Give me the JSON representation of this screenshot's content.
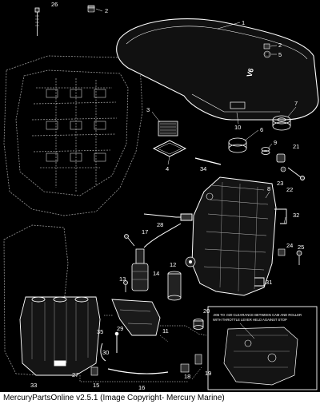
{
  "footer": {
    "text": "MercuryPartsOnline v2.5.1 (Image Copyright- Mercury Marine)"
  },
  "cover": {
    "badge": "V6"
  },
  "note": {
    "line1": ".005 TO .020 CLEARANCE BETWEEN CAM AND ROLLER",
    "line2": "WITH THROTTLE LEVER HELD AGAINST STOP"
  },
  "callouts": [
    {
      "id": "c1",
      "label": "1"
    },
    {
      "id": "c2a",
      "label": "2"
    },
    {
      "id": "c2b",
      "label": "2"
    },
    {
      "id": "c3",
      "label": "3"
    },
    {
      "id": "c4",
      "label": "4"
    },
    {
      "id": "c5",
      "label": "5"
    },
    {
      "id": "c6",
      "label": "6"
    },
    {
      "id": "c7",
      "label": "7"
    },
    {
      "id": "c8",
      "label": "8"
    },
    {
      "id": "c9",
      "label": "9"
    },
    {
      "id": "c10",
      "label": "10"
    },
    {
      "id": "c11",
      "label": "11"
    },
    {
      "id": "c12",
      "label": "12"
    },
    {
      "id": "c13",
      "label": "13"
    },
    {
      "id": "c14",
      "label": "14"
    },
    {
      "id": "c15",
      "label": "15"
    },
    {
      "id": "c16",
      "label": "16"
    },
    {
      "id": "c17",
      "label": "17"
    },
    {
      "id": "c18",
      "label": "18"
    },
    {
      "id": "c19",
      "label": "19"
    },
    {
      "id": "c20",
      "label": "20"
    },
    {
      "id": "c21",
      "label": "21"
    },
    {
      "id": "c22",
      "label": "22"
    },
    {
      "id": "c23",
      "label": "23"
    },
    {
      "id": "c24",
      "label": "24"
    },
    {
      "id": "c25",
      "label": "25"
    },
    {
      "id": "c26",
      "label": "26"
    },
    {
      "id": "c27",
      "label": "27"
    },
    {
      "id": "c28",
      "label": "28"
    },
    {
      "id": "c29",
      "label": "29"
    },
    {
      "id": "c30",
      "label": "30"
    },
    {
      "id": "c31",
      "label": "31"
    },
    {
      "id": "c32",
      "label": "32"
    },
    {
      "id": "c33",
      "label": "33"
    },
    {
      "id": "c34",
      "label": "34"
    },
    {
      "id": "c35",
      "label": "35"
    }
  ]
}
